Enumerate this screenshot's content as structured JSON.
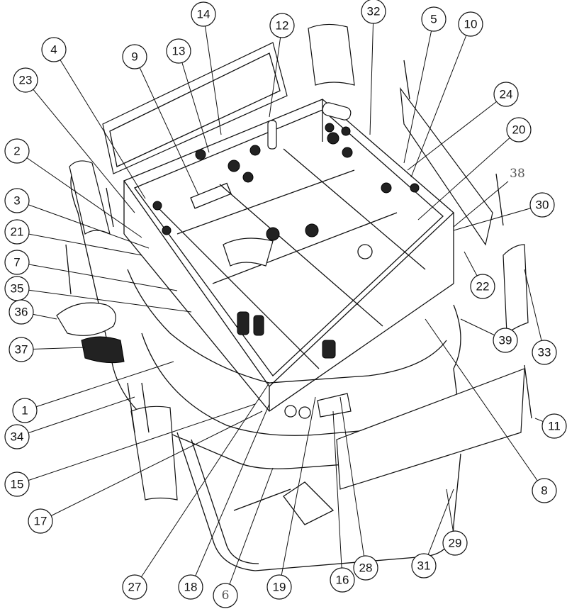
{
  "diagram": {
    "type": "exploded-assembly",
    "callouts": [
      "14",
      "32",
      "5",
      "10",
      "12",
      "4",
      "9",
      "13",
      "23",
      "24",
      "20",
      "2",
      "38",
      "30",
      "3",
      "21",
      "7",
      "22",
      "35",
      "36",
      "37",
      "39",
      "33",
      "1",
      "8",
      "11",
      "34",
      "15",
      "17",
      "29",
      "31",
      "27",
      "18",
      "6",
      "19",
      "16",
      "28"
    ]
  }
}
